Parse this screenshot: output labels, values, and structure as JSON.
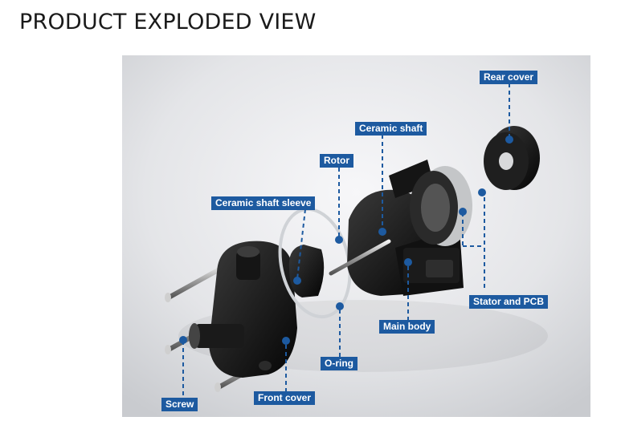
{
  "header": {
    "title": "PRODUCT EXPLODED VIEW"
  },
  "diagram": {
    "colors": {
      "callout_bg": "#1d5aa0",
      "leader": "#1d5aa0",
      "background": "#e6e7ea"
    },
    "callouts": [
      {
        "id": "rear-cover",
        "label": "Rear cover"
      },
      {
        "id": "ceramic-shaft",
        "label": "Ceramic shaft"
      },
      {
        "id": "rotor",
        "label": "Rotor"
      },
      {
        "id": "ceramic-shaft-sleeve",
        "label": "Ceramic shaft sleeve"
      },
      {
        "id": "stator-and-pcb",
        "label": "Stator and PCB"
      },
      {
        "id": "main-body",
        "label": "Main body"
      },
      {
        "id": "o-ring",
        "label": "O-ring"
      },
      {
        "id": "front-cover",
        "label": "Front cover"
      },
      {
        "id": "screw",
        "label": "Screw"
      }
    ]
  }
}
